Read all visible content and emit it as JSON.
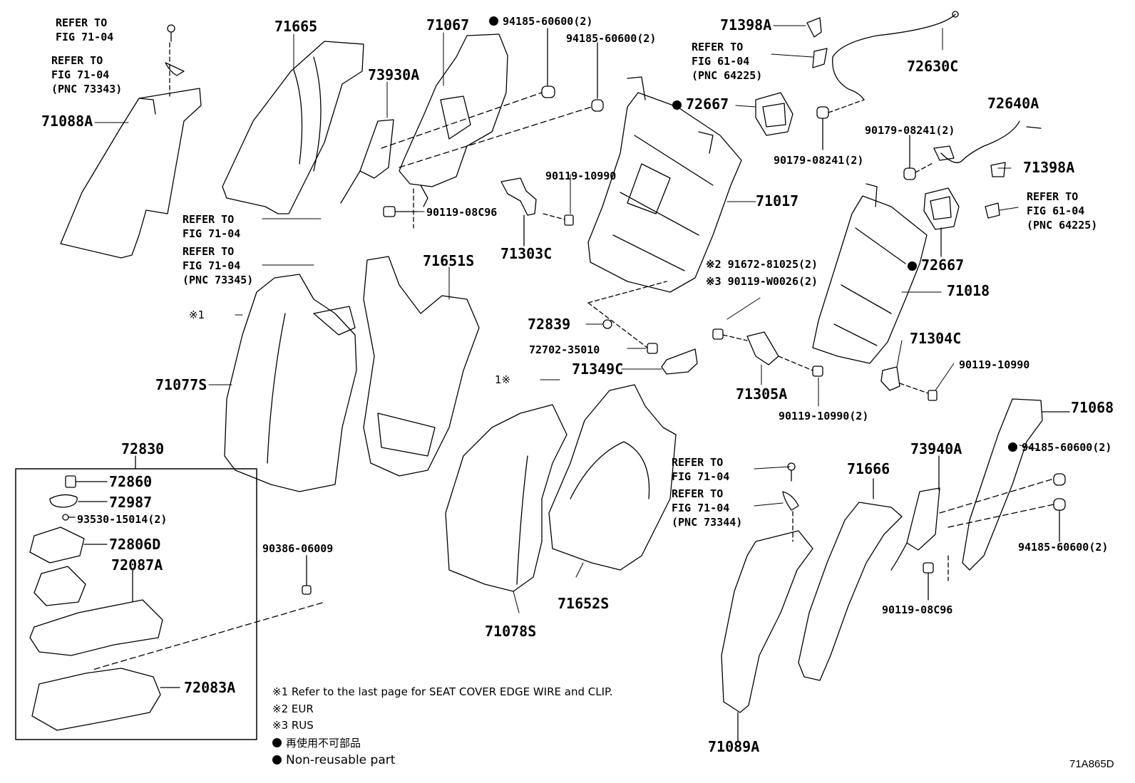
{
  "diagram_id": "71A865D",
  "colors": {
    "line": "#000000",
    "background": "#ffffff"
  },
  "labels": {
    "refer_71_04_a": "REFER TO\nFIG 71-04",
    "refer_71_04_a2": "REFER TO\nFIG 71-04\n(PNC 73343)",
    "p71088A": "71088A",
    "p71665": "71665",
    "p71067": "71067",
    "p94185_a": "94185-60600(2)",
    "p94185_b": "94185-60600(2)",
    "p73930A": "73930A",
    "p71398A_top": "71398A",
    "refer_61_04_a": "REFER TO\nFIG 61-04\n(PNC 64225)",
    "p72630C": "72630C",
    "p72667_a": "72667",
    "p90179_a": "90179-08241(2)",
    "p90179_b": "90179-08241(2)",
    "p72640A": "72640A",
    "p71398A_right": "71398A",
    "refer_61_04_b": "REFER TO\nFIG 61-04\n(PNC 64225)",
    "p90119_10990_a": "90119-10990",
    "p90119_08C96_a": "90119-08C96",
    "p71303C": "71303C",
    "p71017": "71017",
    "refer_71_04_b": "REFER TO\nFIG 71-04",
    "refer_71_04_b2": "REFER TO\nFIG 71-04\n(PNC 73345)",
    "p71651S": "71651S",
    "p72667_b": "72667",
    "p91672": "※2 91672-81025(2)",
    "p90119_W0026": "※3 90119-W0026(2)",
    "p71018": "71018",
    "note_ref1_left": "※1",
    "p72839": "72839",
    "p72702": "72702-35010",
    "p71349C": "71349C",
    "note_ref1_mid": "1※",
    "p71304C": "71304C",
    "p90119_10990_b": "90119-10990",
    "p71305A": "71305A",
    "p90119_10990_c": "90119-10990(2)",
    "p71077S": "71077S",
    "p71068": "71068",
    "p72830": "72830",
    "p72860": "72860",
    "p72987": "72987",
    "p93530": "93530-15014(2)",
    "p72806D": "72806D",
    "p72087A": "72087A",
    "p72083A": "72083A",
    "p90386": "90386-06009",
    "refer_71_04_c": "REFER TO\nFIG 71-04",
    "refer_71_04_c2": "REFER TO\nFIG 71-04\n(PNC 73344)",
    "p71666": "71666",
    "p73940A": "73940A",
    "p94185_c": "94185-60600(2)",
    "p94185_d": "94185-60600(2)",
    "p90119_08C96_b": "90119-08C96",
    "p71652S": "71652S",
    "p71078S": "71078S",
    "p71089A": "71089A"
  },
  "notes": {
    "n1": "※1 Refer to the last page for SEAT COVER EDGE WIRE and CLIP.",
    "n2": "※2 EUR",
    "n3": "※3 RUS",
    "n4": "再使用不可部品",
    "n5": "Non-reusable part"
  }
}
